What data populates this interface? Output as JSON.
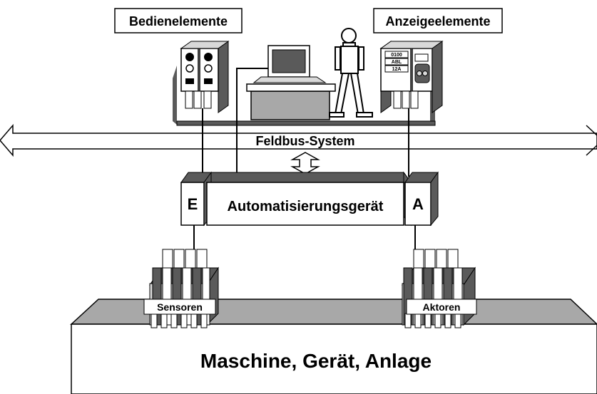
{
  "labels": {
    "operating_elements": "Bedienelemente",
    "display_elements": "Anzeigeelemente",
    "fieldbus": "Feldbus-System",
    "input_module": "E",
    "automation_device": "Automatisierungsgerät",
    "output_module": "A",
    "sensors": "Sensoren",
    "actuators": "Aktoren",
    "machine": "Maschine, Gerät, Anlage"
  },
  "display_panel_readouts": [
    "0100",
    "ABL",
    "12A"
  ],
  "colors": {
    "background": "#ffffff",
    "outline": "#000000",
    "shade_dark": "#5a5a5a",
    "shade_mid": "#a8a8a8",
    "shade_light": "#d9d9d9"
  }
}
